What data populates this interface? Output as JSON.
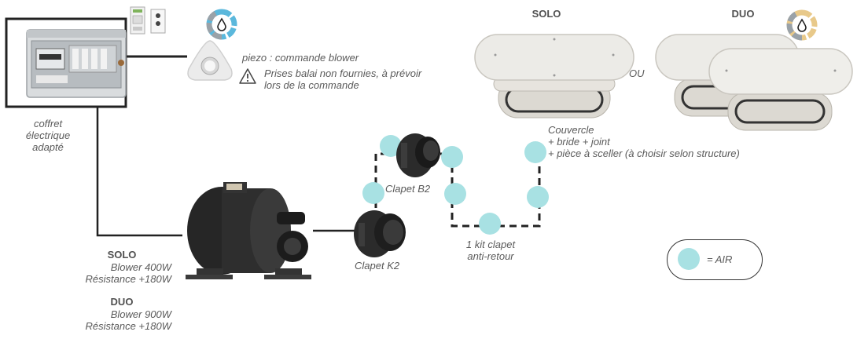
{
  "panel": {
    "label_lines": [
      "coffret",
      "électrique",
      "adapté"
    ]
  },
  "piezo": {
    "command_label": "piezo : commande blower",
    "warning_lines": [
      "Prises balai non fournies, à prévoir",
      "lors de la commande"
    ]
  },
  "covers": {
    "solo_title": "SOLO",
    "duo_title": "DUO",
    "or_label": "OU",
    "description_lines": [
      "Couvercle",
      "+ bride + joint",
      "+ pièce à sceller (à choisir selon structure)"
    ]
  },
  "valves": {
    "b2_label": "Clapet B2",
    "k2_label": "Clapet K2",
    "kit_lines": [
      "1 kit clapet",
      "anti-retour"
    ]
  },
  "blower": {
    "solo_title": "SOLO",
    "solo_lines": [
      "Blower 400W",
      "Résistance +180W"
    ],
    "duo_title": "DUO",
    "duo_lines": [
      "Blower 900W",
      "Résistance +180W"
    ]
  },
  "legend": {
    "air_label": "= AIR",
    "air_color": "#a8e1e3"
  },
  "colors": {
    "line": "#222222",
    "air": "#a8e1e3",
    "text": "#5a5a5a"
  },
  "icons": [
    "water-drop-icon",
    "warning-icon"
  ]
}
